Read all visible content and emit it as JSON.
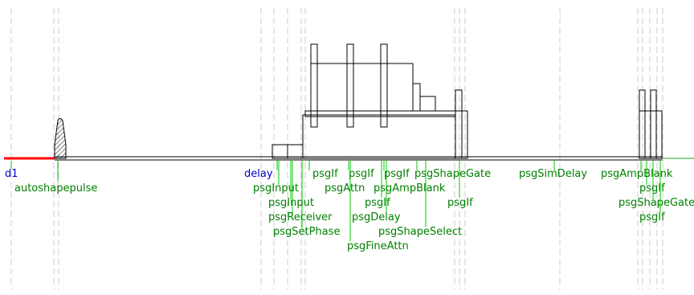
{
  "colors": {
    "background": "#ffffff",
    "pulse_line": "#000000",
    "highlight_segment": "#ff0000",
    "baseline_tail": "#22aa22",
    "marker_line": "#00cc00",
    "guide_line": "#cccccc",
    "label_green": "#008000",
    "label_blue": "#0000cc"
  },
  "labels": [
    {
      "id": "lbl-d1",
      "text": "d1",
      "color": "blue"
    },
    {
      "id": "lbl-delay",
      "text": "delay",
      "color": "blue"
    },
    {
      "id": "lbl-autoshapepulse",
      "text": "autoshapepulse",
      "color": "green"
    },
    {
      "id": "lbl-psgInput-1",
      "text": "psgInput",
      "color": "green"
    },
    {
      "id": "lbl-psgInput-2",
      "text": "psgInput",
      "color": "green"
    },
    {
      "id": "lbl-psgReceiver",
      "text": "psgReceiver",
      "color": "green"
    },
    {
      "id": "lbl-psgSetPhase",
      "text": "psgSetPhase",
      "color": "green"
    },
    {
      "id": "lbl-psgIf-1",
      "text": "psgIf",
      "color": "green"
    },
    {
      "id": "lbl-psgIf-2",
      "text": "psgIf",
      "color": "green"
    },
    {
      "id": "lbl-psgIf-3",
      "text": "psgIf",
      "color": "green"
    },
    {
      "id": "lbl-psgShapeGate-1",
      "text": "psgShapeGate",
      "color": "green"
    },
    {
      "id": "lbl-psgAttn",
      "text": "psgAttn",
      "color": "green"
    },
    {
      "id": "lbl-psgAmpBlank-1",
      "text": "psgAmpBlank",
      "color": "green"
    },
    {
      "id": "lbl-psgIf-4",
      "text": "psgIf",
      "color": "green"
    },
    {
      "id": "lbl-psgIf-5",
      "text": "psgIf",
      "color": "green"
    },
    {
      "id": "lbl-psgDelay",
      "text": "psgDelay",
      "color": "green"
    },
    {
      "id": "lbl-psgShapeSelect",
      "text": "psgShapeSelect",
      "color": "green"
    },
    {
      "id": "lbl-psgFineAttn",
      "text": "psgFineAttn",
      "color": "green"
    },
    {
      "id": "lbl-psgSimDelay",
      "text": "psgSimDelay",
      "color": "green"
    },
    {
      "id": "lbl-psgAmpBlank-2",
      "text": "psgAmpBlank",
      "color": "green"
    },
    {
      "id": "lbl-psgIf-6",
      "text": "psgIf",
      "color": "green"
    },
    {
      "id": "lbl-psgShapeGate-2",
      "text": "psgShapeGate",
      "color": "green"
    },
    {
      "id": "lbl-psgIf-7",
      "text": "psgIf",
      "color": "green"
    }
  ]
}
